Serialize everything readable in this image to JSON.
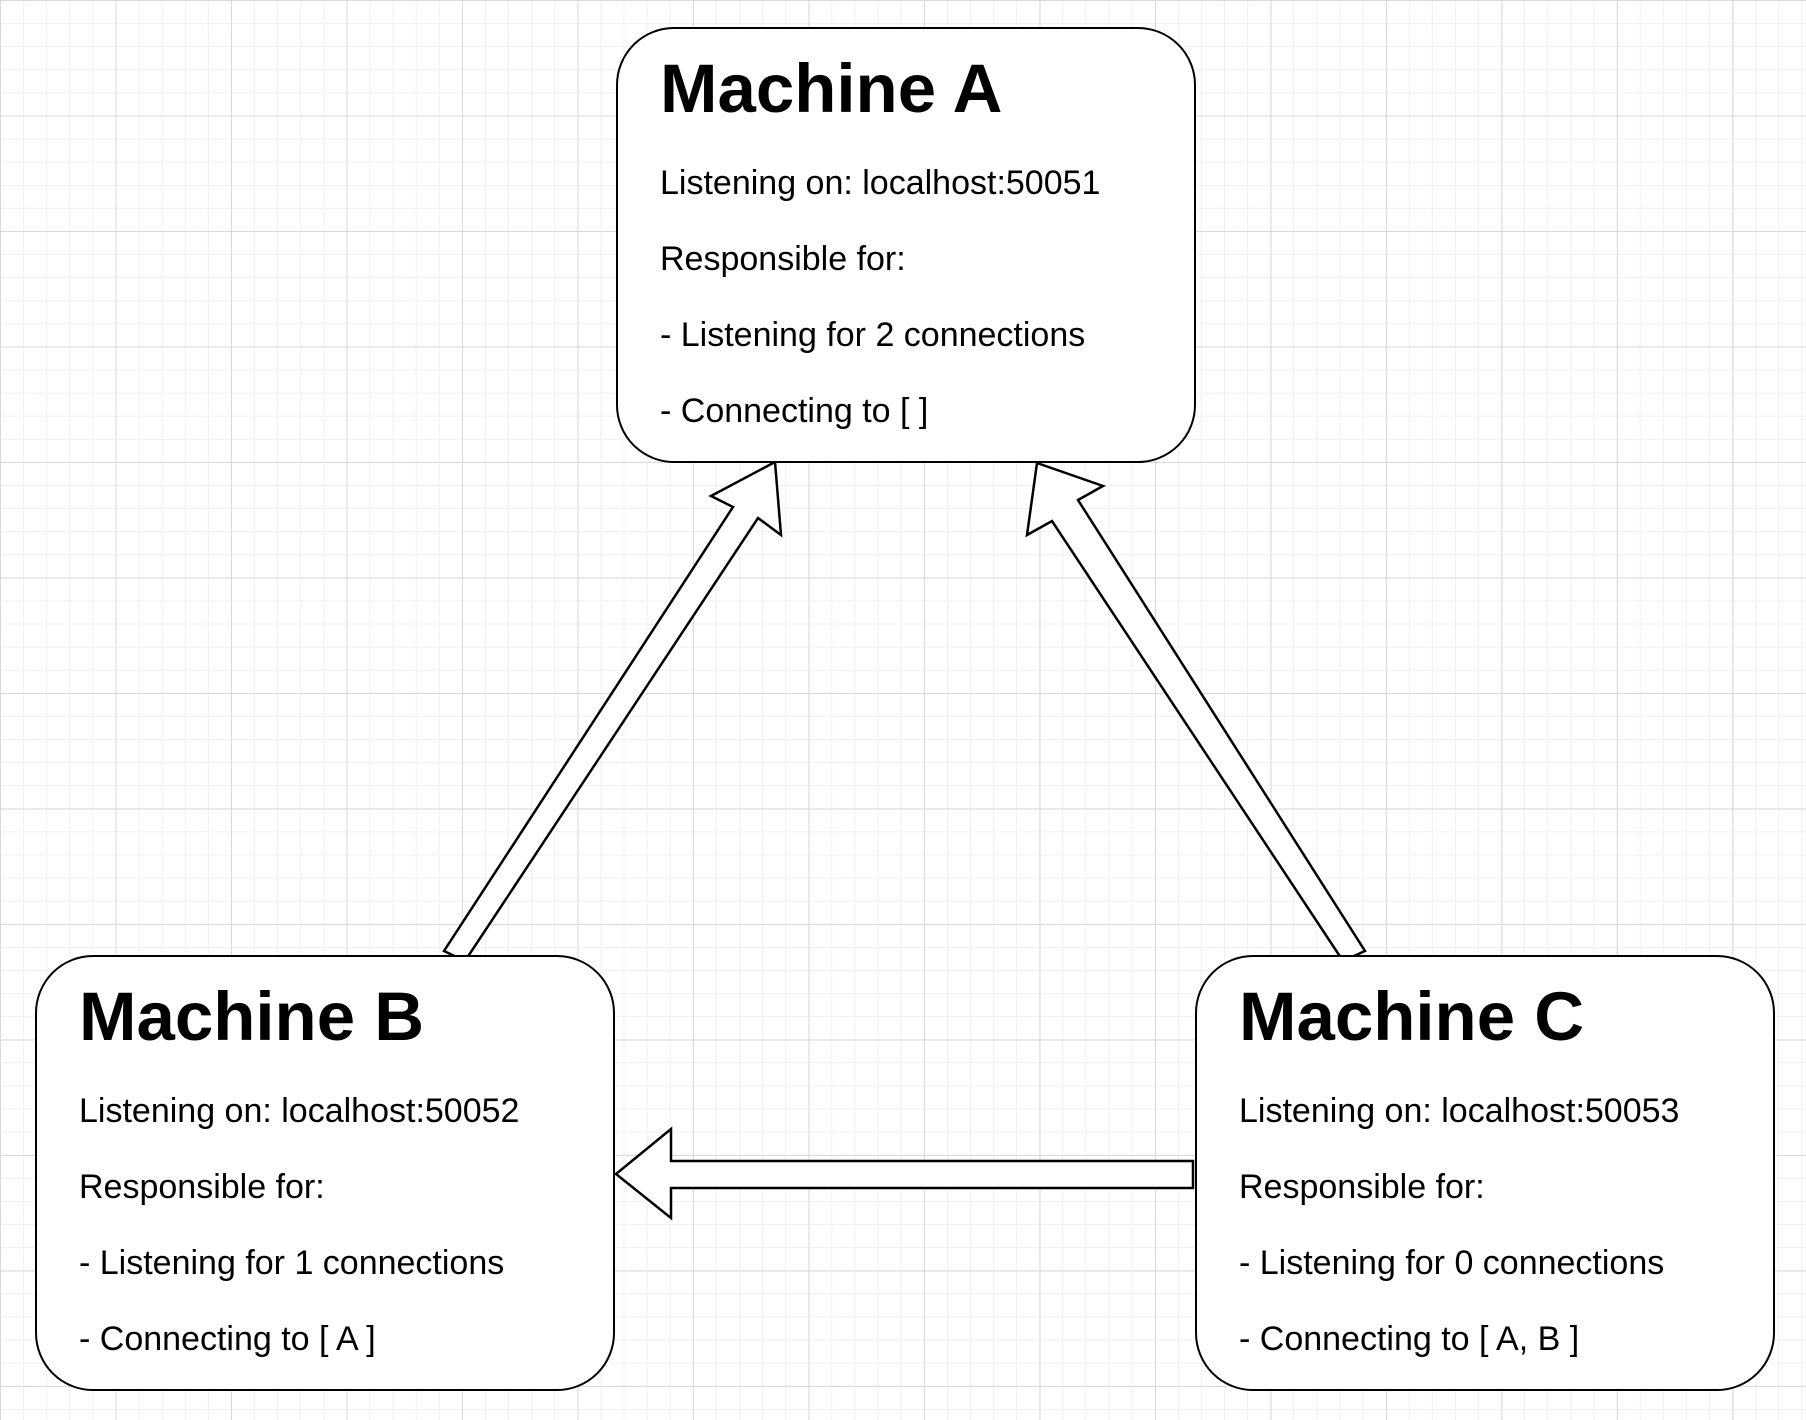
{
  "diagram": {
    "nodes": [
      {
        "id": "A",
        "title": "Machine A",
        "listening": "Listening on: localhost:50051",
        "responsible": "Responsible for:",
        "listening_count": "- Listening for 2 connections",
        "connecting": "- Connecting to [ ]"
      },
      {
        "id": "B",
        "title": "Machine B",
        "listening": "Listening on: localhost:50052",
        "responsible": "Responsible for:",
        "listening_count": "- Listening for 1 connections",
        "connecting": "- Connecting to [ A ]"
      },
      {
        "id": "C",
        "title": "Machine C",
        "listening": "Listening on: localhost:50053",
        "responsible": "Responsible for:",
        "listening_count": "- Listening for 0 connections",
        "connecting": "- Connecting to [ A, B ]"
      }
    ],
    "edges": [
      {
        "from": "B",
        "to": "A"
      },
      {
        "from": "C",
        "to": "A"
      },
      {
        "from": "C",
        "to": "B"
      }
    ],
    "colors": {
      "stroke": "#000000",
      "node_fill": "#ffffff",
      "grid_major": "#d9d9d9",
      "grid_minor": "#f0f0f0"
    }
  }
}
